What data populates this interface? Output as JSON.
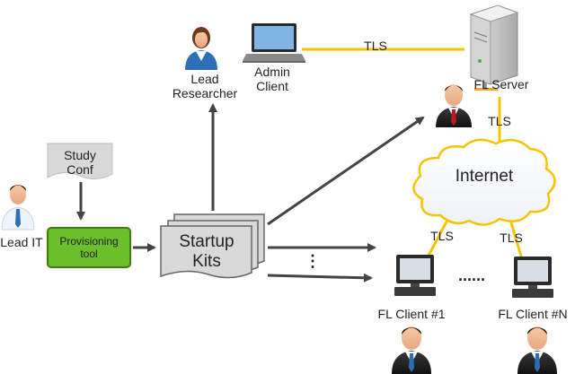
{
  "nodes": {
    "lead_researcher": "Lead\nResearcher",
    "admin_client": "Admin\nClient",
    "fl_server": "FL Server",
    "study_conf": "Study\nConf",
    "lead_it": "Lead IT",
    "provisioning_tool": "Provisioning\ntool",
    "startup_kits": "Startup\nKits",
    "internet": "Internet",
    "fl_client_1": "FL Client #1",
    "fl_client_n": "FL Client #N"
  },
  "edges": {
    "tls_admin_server": "TLS",
    "tls_server_internet": "TLS",
    "tls_internet_client1": "TLS",
    "tls_internet_clientn": "TLS"
  },
  "ellipsis_vertical": "⋮",
  "ellipsis_horizontal": "......",
  "colors": {
    "tls_line": "#f5c400",
    "provisioning_fill": "#6bbf2a",
    "arrow": "#444444"
  },
  "icons": [
    "person-icon",
    "laptop-icon",
    "server-icon",
    "document-icon",
    "cloud-icon",
    "desktop-computer-icon"
  ]
}
